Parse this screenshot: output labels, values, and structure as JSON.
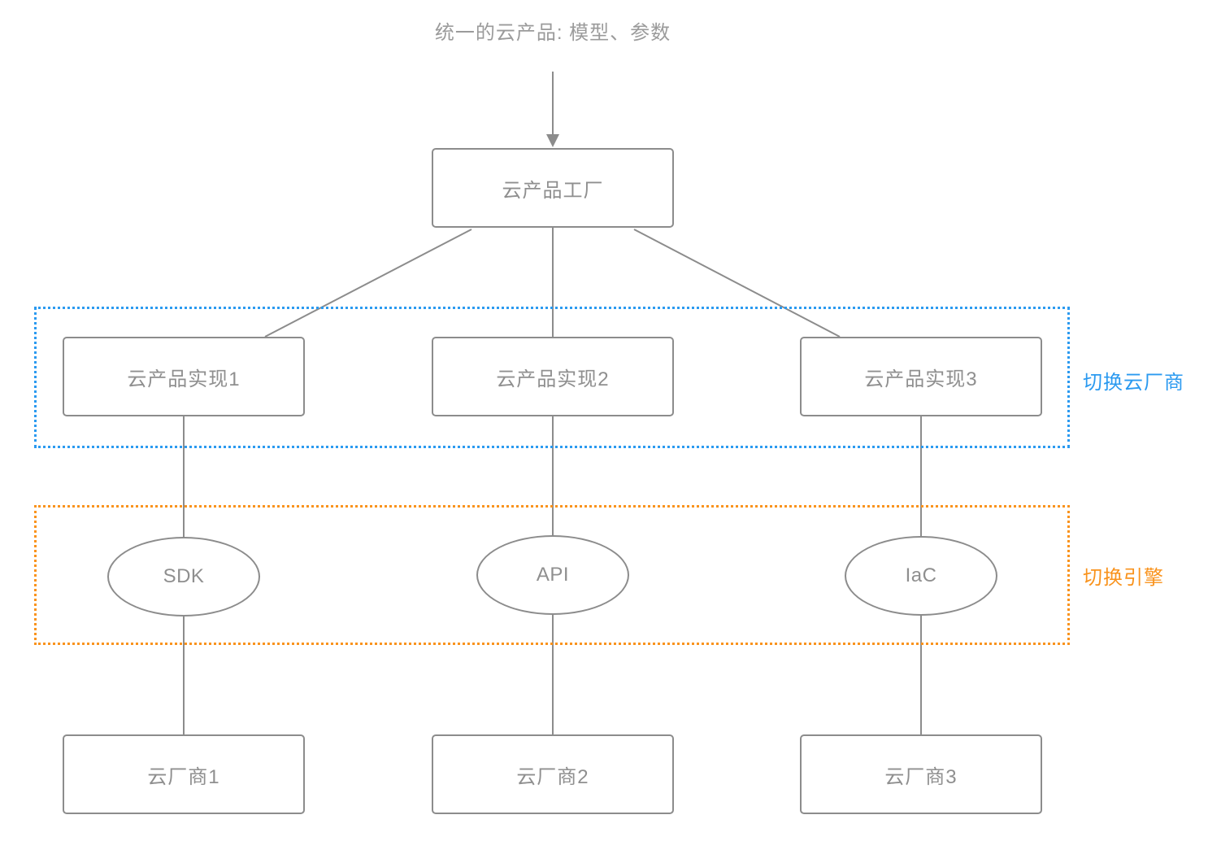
{
  "diagram": {
    "title": "统一的云产品: 模型、参数",
    "nodes": {
      "factory": "云产品工厂",
      "impl1": "云产品实现1",
      "impl2": "云产品实现2",
      "impl3": "云产品实现3",
      "sdk": "SDK",
      "api": "API",
      "iac": "IaC",
      "vendor1": "云厂商1",
      "vendor2": "云厂商2",
      "vendor3": "云厂商3"
    },
    "groups": {
      "vendor_switch": {
        "label": "切换云厂商",
        "color": "#2B9AF0",
        "style": "dotted"
      },
      "engine_switch": {
        "label": "切换引擎",
        "color": "#F9931D",
        "style": "dotted"
      }
    },
    "colors": {
      "connector": "#8C8C8C",
      "node_border": "#8C8C8C",
      "node_text": "#8F8F8F",
      "title_text": "#9B9B9B",
      "background": "#FFFFFF"
    },
    "edges": [
      {
        "from": "title",
        "to": "factory",
        "arrow": true
      },
      {
        "from": "factory",
        "to": "impl1"
      },
      {
        "from": "factory",
        "to": "impl2"
      },
      {
        "from": "factory",
        "to": "impl3"
      },
      {
        "from": "impl1",
        "to": "sdk"
      },
      {
        "from": "impl2",
        "to": "api"
      },
      {
        "from": "impl3",
        "to": "iac"
      },
      {
        "from": "sdk",
        "to": "vendor1"
      },
      {
        "from": "api",
        "to": "vendor2"
      },
      {
        "from": "iac",
        "to": "vendor3"
      }
    ]
  }
}
